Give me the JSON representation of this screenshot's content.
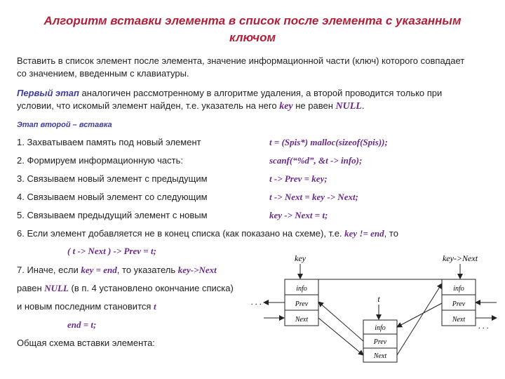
{
  "title": {
    "line1": "Алгоритм вставки элемента в список после элемента с указанным",
    "line2": "ключом"
  },
  "intro": {
    "line1": "Вставить в список элемент после элемента, значение информационной части (ключ) которого совпадает",
    "line2": "со значением, введенным с клавиатуры."
  },
  "first_stage": {
    "label": "Первый этап",
    "text1": " аналогичен рассмотренному в алгоритме удаления, а второй проводится только при",
    "text2a": "условии, что искомый элемент найден, т.е. указатель на него ",
    "key": "key",
    "text2b": " не равен ",
    "null": "NULL",
    "text2c": "."
  },
  "stage_two_title": "Этап второй – вставка",
  "steps": [
    {
      "text": "1. Захватываем память под новый элемент",
      "code": "t = (Spis*) malloc(sizeof(Spis));"
    },
    {
      "text": "2. Формируем информационную часть:",
      "code": "scanf(“%d”, &t -> info);"
    },
    {
      "text": "3. Связываем новый элемент с предыдущим",
      "code": "t -> Prev = key;"
    },
    {
      "text": "4. Связываем новый элемент со следующим",
      "code": "t -> Next = key -> Next;"
    },
    {
      "text": "5. Связываем предыдущий элемент с новым",
      "code": "key -> Next = t;"
    }
  ],
  "step6": {
    "text": "6. Если элемент добавляется не в конец списка (как показано на схеме), т.е. ",
    "cond": "key != end",
    "tail": ", то",
    "code": "( t -> Next ) -> Prev = t;"
  },
  "step7": {
    "a": "7. Иначе, если ",
    "cond": "key = end",
    "b": ", то указатель ",
    "ptr": "key->Next",
    "c": "равен ",
    "null": "NULL",
    "d": " (в п. 4 установлено окончание списка)",
    "e": "и новым последним становится ",
    "t": "t",
    "code": "end = t;"
  },
  "scheme_caption": "Общая схема вставки элемента:",
  "diagram": {
    "left_label": "key",
    "right_label": "key->Next",
    "new_label": "t",
    "fields": [
      "info",
      "Prev",
      "Next"
    ],
    "ellipsis": ". . ."
  }
}
